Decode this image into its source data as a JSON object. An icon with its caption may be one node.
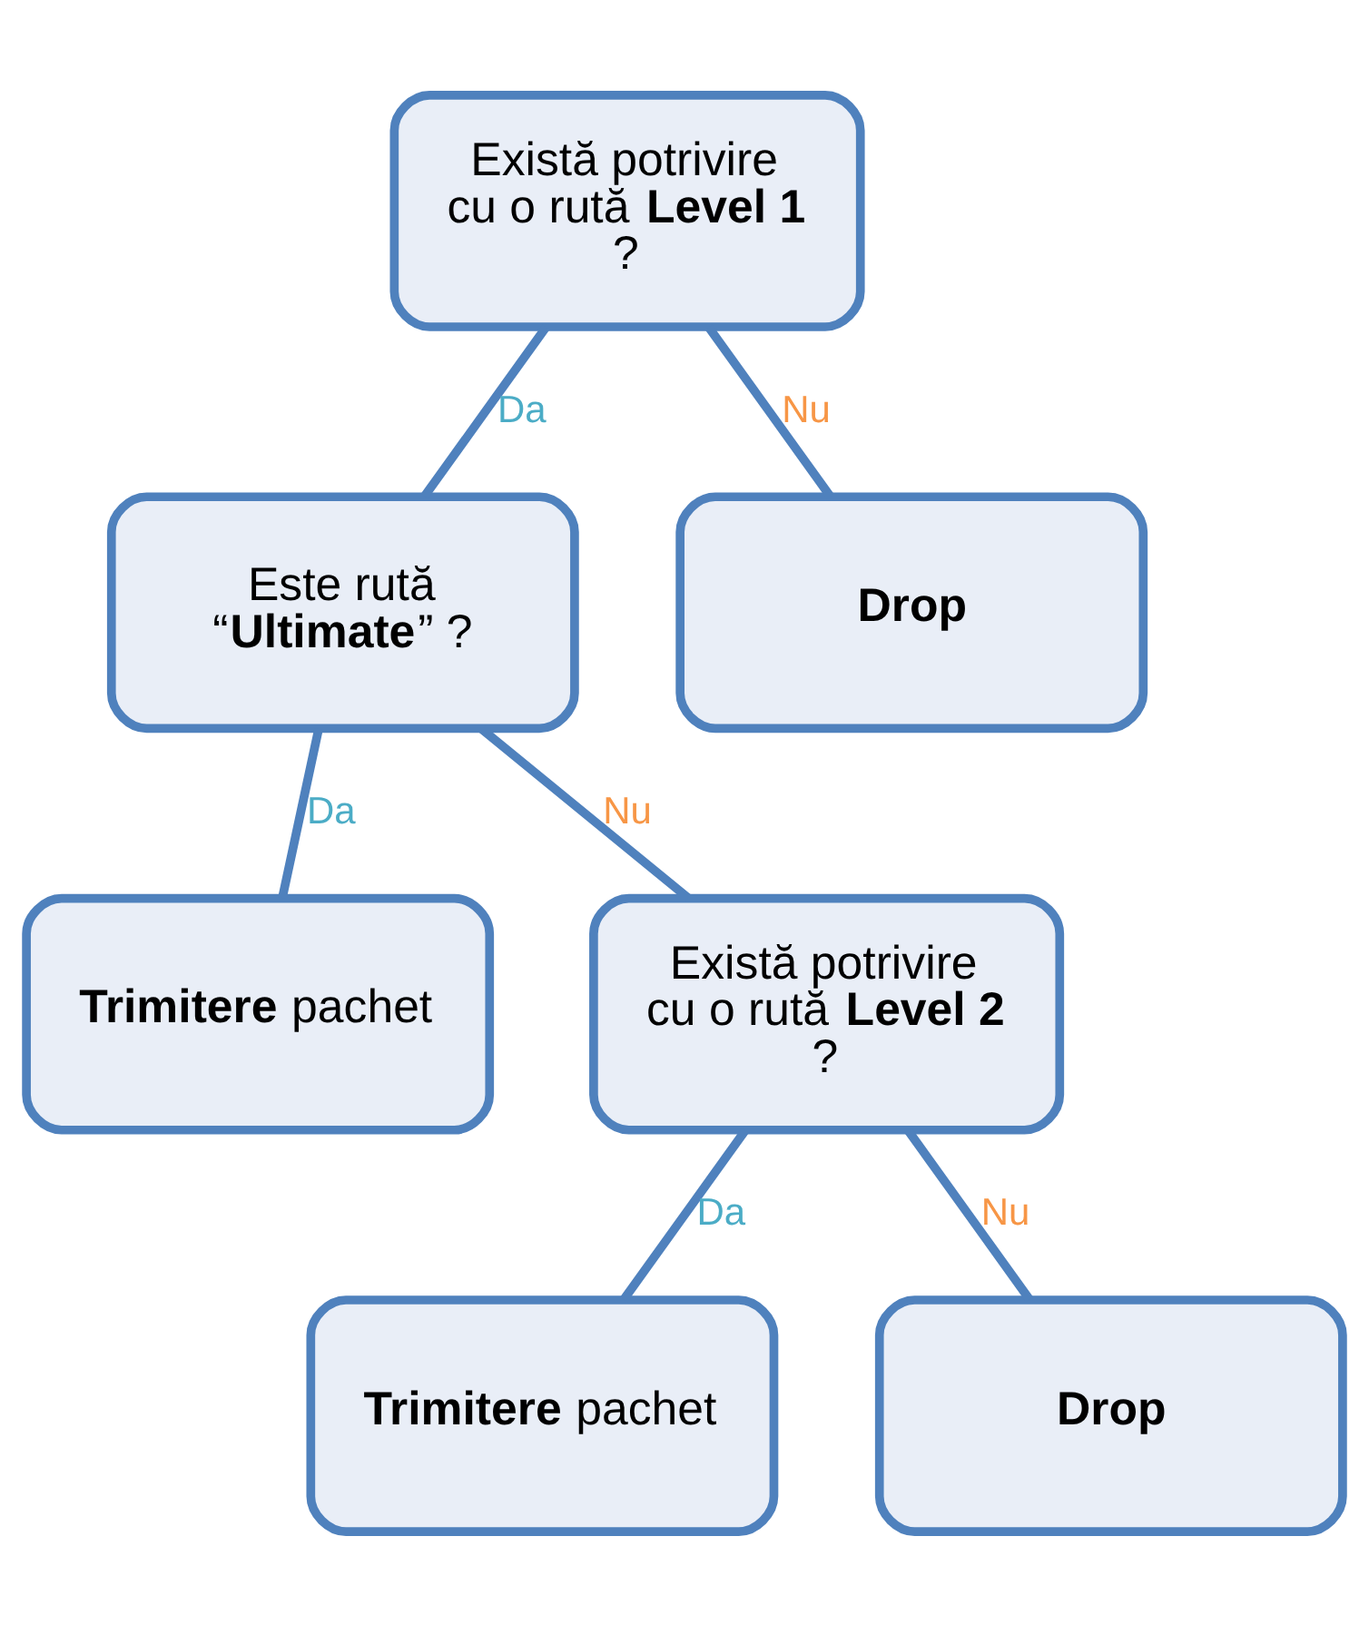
{
  "diagram": {
    "nodes": [
      {
        "text": [
          "Există potrivire cu o rută **Level 1** ?"
        ]
      },
      {
        "text": [
          "Este rută “**Ultimate**” ?"
        ]
      },
      {
        "text": [
          "Drop"
        ]
      },
      {
        "text": [
          "**Trimitere** pachet"
        ]
      },
      {
        "text": [
          "Există potrivire cu o rută **Level 2** ?"
        ]
      },
      {
        "text": [
          "**Trimitere** pachet"
        ]
      },
      {
        "text": [
          "Drop"
        ]
      }
    ],
    "edges": [
      {
        "from": 0,
        "to": 1,
        "arrow": "none",
        "label": "Da"
      },
      {
        "from": 0,
        "to": 2,
        "arrow": "none",
        "label": "Nu"
      },
      {
        "from": 1,
        "to": 3,
        "arrow": "none",
        "label": "Da"
      },
      {
        "from": 1,
        "to": 4,
        "arrow": "none",
        "label": "Nu"
      },
      {
        "from": 4,
        "to": 5,
        "arrow": "none",
        "label": "Da"
      },
      {
        "from": 4,
        "to": 6,
        "arrow": "none",
        "label": "Nu"
      }
    ]
  }
}
